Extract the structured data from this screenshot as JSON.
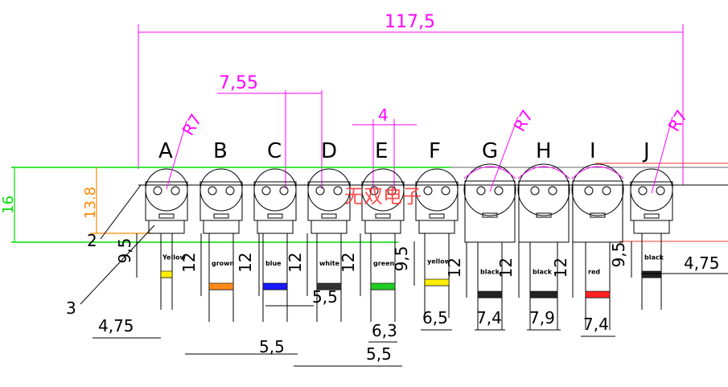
{
  "overall_width": "117,5",
  "pitch": "7,55",
  "hole_gap": "4",
  "radius_label": "R7",
  "letters": [
    "A",
    "B",
    "C",
    "D",
    "E",
    "F",
    "G",
    "H",
    "I",
    "J"
  ],
  "wire_colors": [
    "Yellow",
    "grown",
    "blue",
    "white",
    "green",
    "yellow",
    "black",
    "black",
    "red",
    "black"
  ],
  "band_colors": [
    "#ffee00",
    "#ff8c1a",
    "#1a1aff",
    "#333333",
    "#22cc22",
    "#ffee00",
    "#222222",
    "#222222",
    "#ff2222",
    "#222222"
  ],
  "heights": {
    "h16": "16",
    "h13_8": "13.8",
    "h9_5": "9,5",
    "h12": "12"
  },
  "widths": {
    "a_4_75": "4,75",
    "b_5_5": "5,5",
    "d_5_5": "5,5",
    "e_6_3": "6,3",
    "e_5_5": "5,5",
    "f_6_5": "6,5",
    "g_7_4": "7,4",
    "h_7_9": "7,9",
    "i_7_4": "7,4",
    "j_4_75": "4,75"
  },
  "callouts": [
    "2",
    "3"
  ],
  "watermark": "无双电子",
  "colors": {
    "magenta": "#ff00ff",
    "green": "#00dd00",
    "orange": "#ff8800",
    "red": "#ff3333"
  }
}
